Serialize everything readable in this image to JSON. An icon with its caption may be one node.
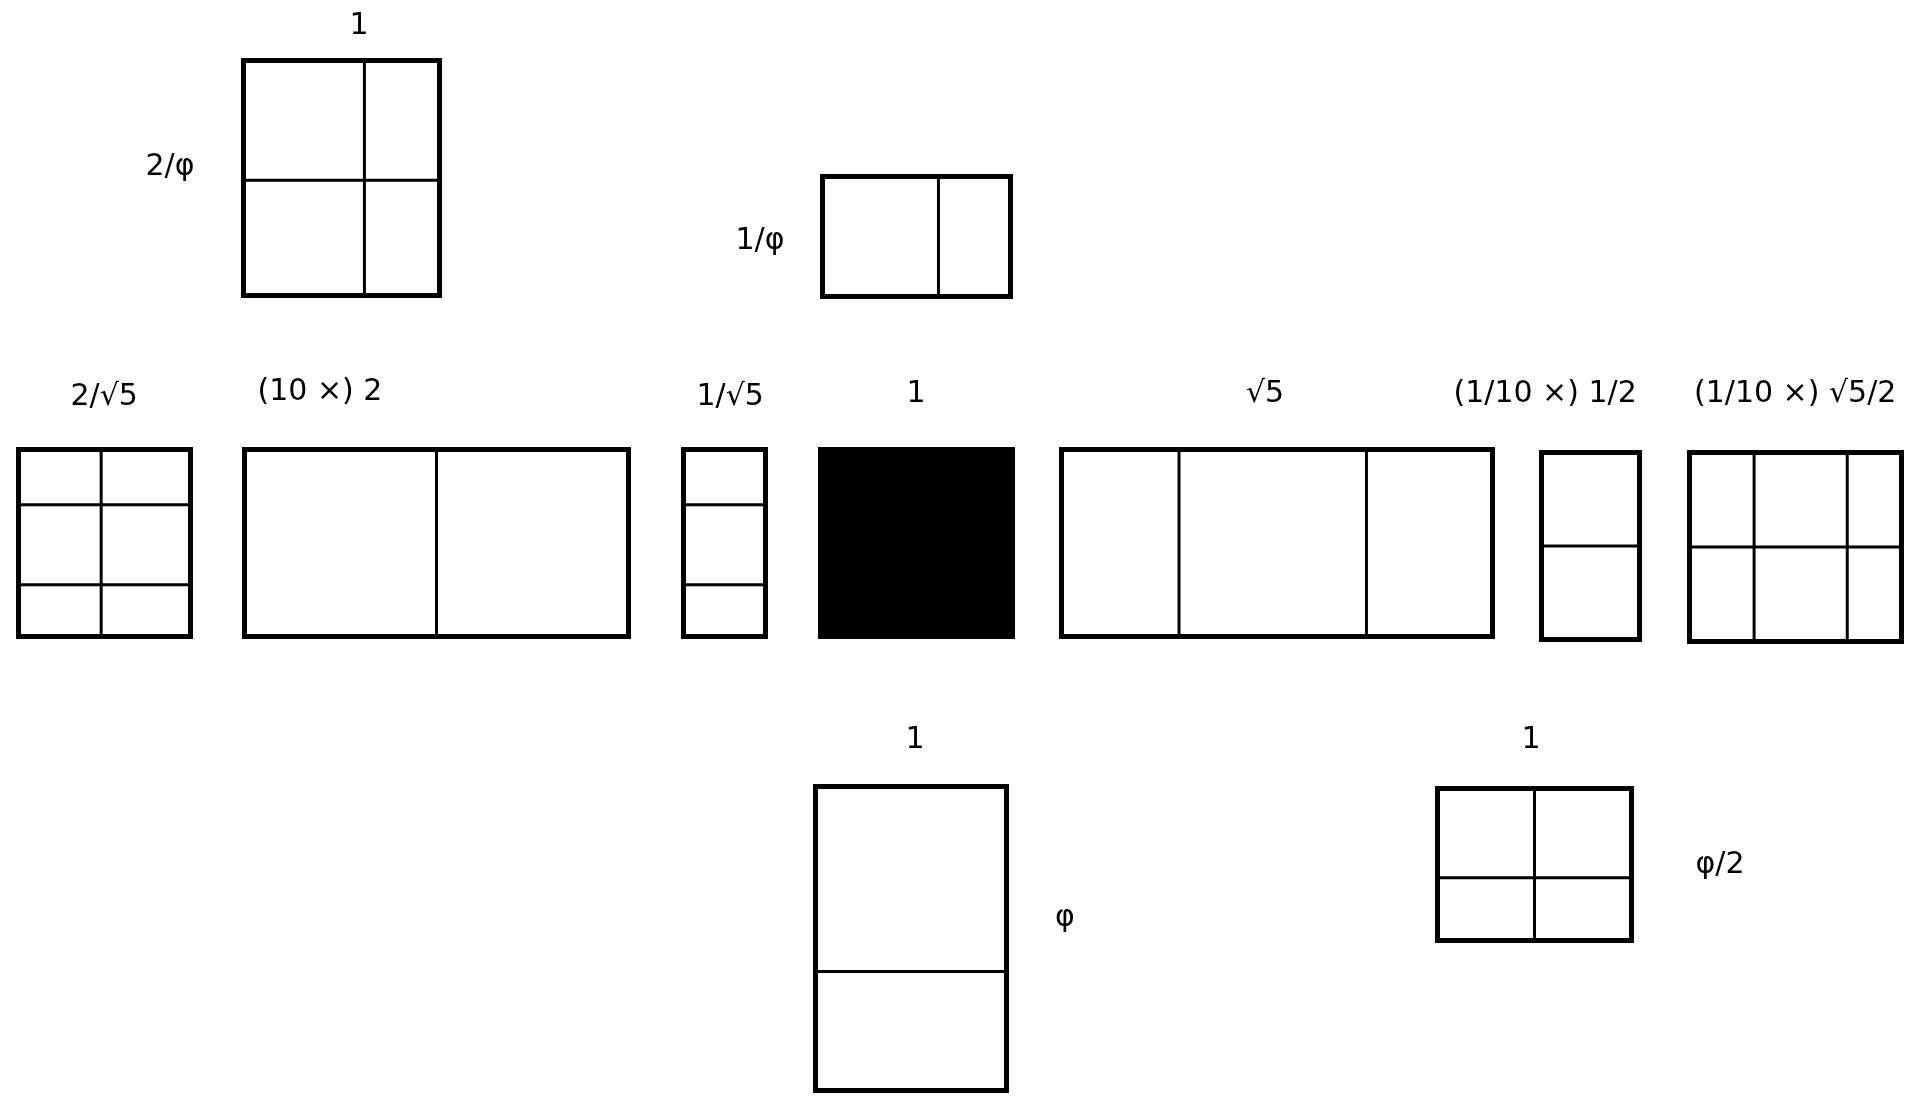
{
  "diagram": {
    "nodes": [
      {
        "text": [
          "1",
          "2/φ"
        ]
      },
      {
        "text": [
          "1/φ"
        ]
      },
      {
        "text": [
          "2/√5"
        ]
      },
      {
        "text": [
          "(10 ×) 2"
        ]
      },
      {
        "text": [
          "1/√5"
        ]
      },
      {
        "text": [
          "1"
        ]
      },
      {
        "text": [
          "√5"
        ]
      },
      {
        "text": [
          "(1/10 ×) 1/2"
        ]
      },
      {
        "text": [
          "(1/10 ×) √5/2"
        ]
      },
      {
        "text": [
          "1",
          "φ"
        ]
      },
      {
        "text": [
          "1",
          "φ/2"
        ]
      }
    ]
  }
}
